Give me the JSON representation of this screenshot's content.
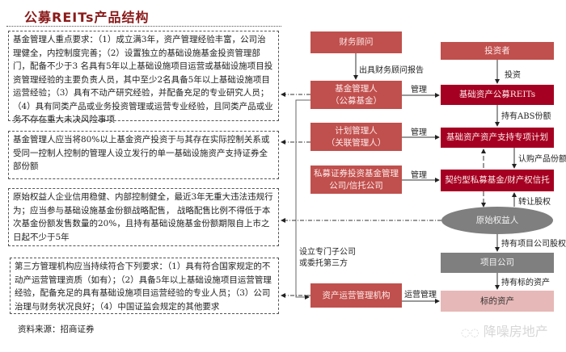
{
  "title": "公募REITs产品结构",
  "notes": [
    {
      "id": "fund-manager-requirements",
      "text": "基金管理人重点要求：（1）成立满3年，资产管理经验丰富，公司治理健全，内控制度完善；（2）设置独立的基础设施基金投资管理部门，配备不少于3 名具有5年以上基础设施项目运营或基础设施项目投资管理经验的主要负责人员，其中至少2名具备5年以上基础设施项目运营经验；（3）具有不动产研究经验，并配备充足的专业研究人员；（4）具有同类产品或业务投资管理或运营专业经验，且同类产品或业务不存在重大未决风险事项"
    },
    {
      "id": "investment-requirement",
      "text": "基金管理人应当将80%以上基金资产投资于与其存在实际控制关系或受同一控制人控制的管理人设立发行的单一基础设施资产支持证券全部份额"
    },
    {
      "id": "originator-requirements",
      "text": "原始权益人企业信用稳健、内部控制健全，最近3年无重大违法违规行为；应当参与基础设施基金份额战略配售， 战略配售比例不得低于本次基金份额发售数量的20%，且持有基础设施基金份额期限自上市之日起不少于5年"
    },
    {
      "id": "third-party-manager-requirements",
      "text": "第三方管理机构应当持续符合下列要求：（1）具有符合国家规定的不动产运营管理资质（如有）；（2）具备5年以上基础设施项目运营管理经验，配备充足的具有基础设施项目运营经验的专业人员；（3）公司治理与财务状况良好；（4）中国证监会规定的其他要求"
    }
  ],
  "nodes": {
    "financial_advisor": "财务顾问",
    "fund_manager": "基金管理人\n（公募基金）",
    "plan_manager": "计划管理人\n（关联管理人）",
    "private_fund_manager": "私募证券投资基金管理公司/信托公司",
    "asset_operator": "资产运营管理机构",
    "investor": "投资者",
    "public_reits": "基础资产公募REITs",
    "abs_plan": "基础资产资产支持专项计划",
    "private_fund_trust": "契约型私募基金/财产权信托",
    "originator": "原始权益人",
    "project_company": "项目公司",
    "underlying_asset": "标的资产"
  },
  "edge_labels": {
    "advisor_report": "出具财务顾问报告",
    "manage_1": "管理",
    "manage_2": "管理",
    "manage_3": "管理",
    "invest": "投资",
    "hold_abs": "持有ABS份额",
    "subscribe": "认购产品份额",
    "transfer_equity": "转让股权",
    "hold_project_equity": "持有项目公司股权",
    "hold_asset": "持有标的资产",
    "setup_subsidiary": "设立专门子公司\n或委托第三方",
    "operation_mgmt": "运营管理"
  },
  "source": "资料来源：招商证券",
  "watermark": "降噪房地产",
  "colors": {
    "title": "#8B1A1A",
    "node_red": "#C0504D",
    "node_dark_red": "#A50021",
    "node_grey": "#7F7F7F",
    "node_pink": "#E6B8B7"
  }
}
